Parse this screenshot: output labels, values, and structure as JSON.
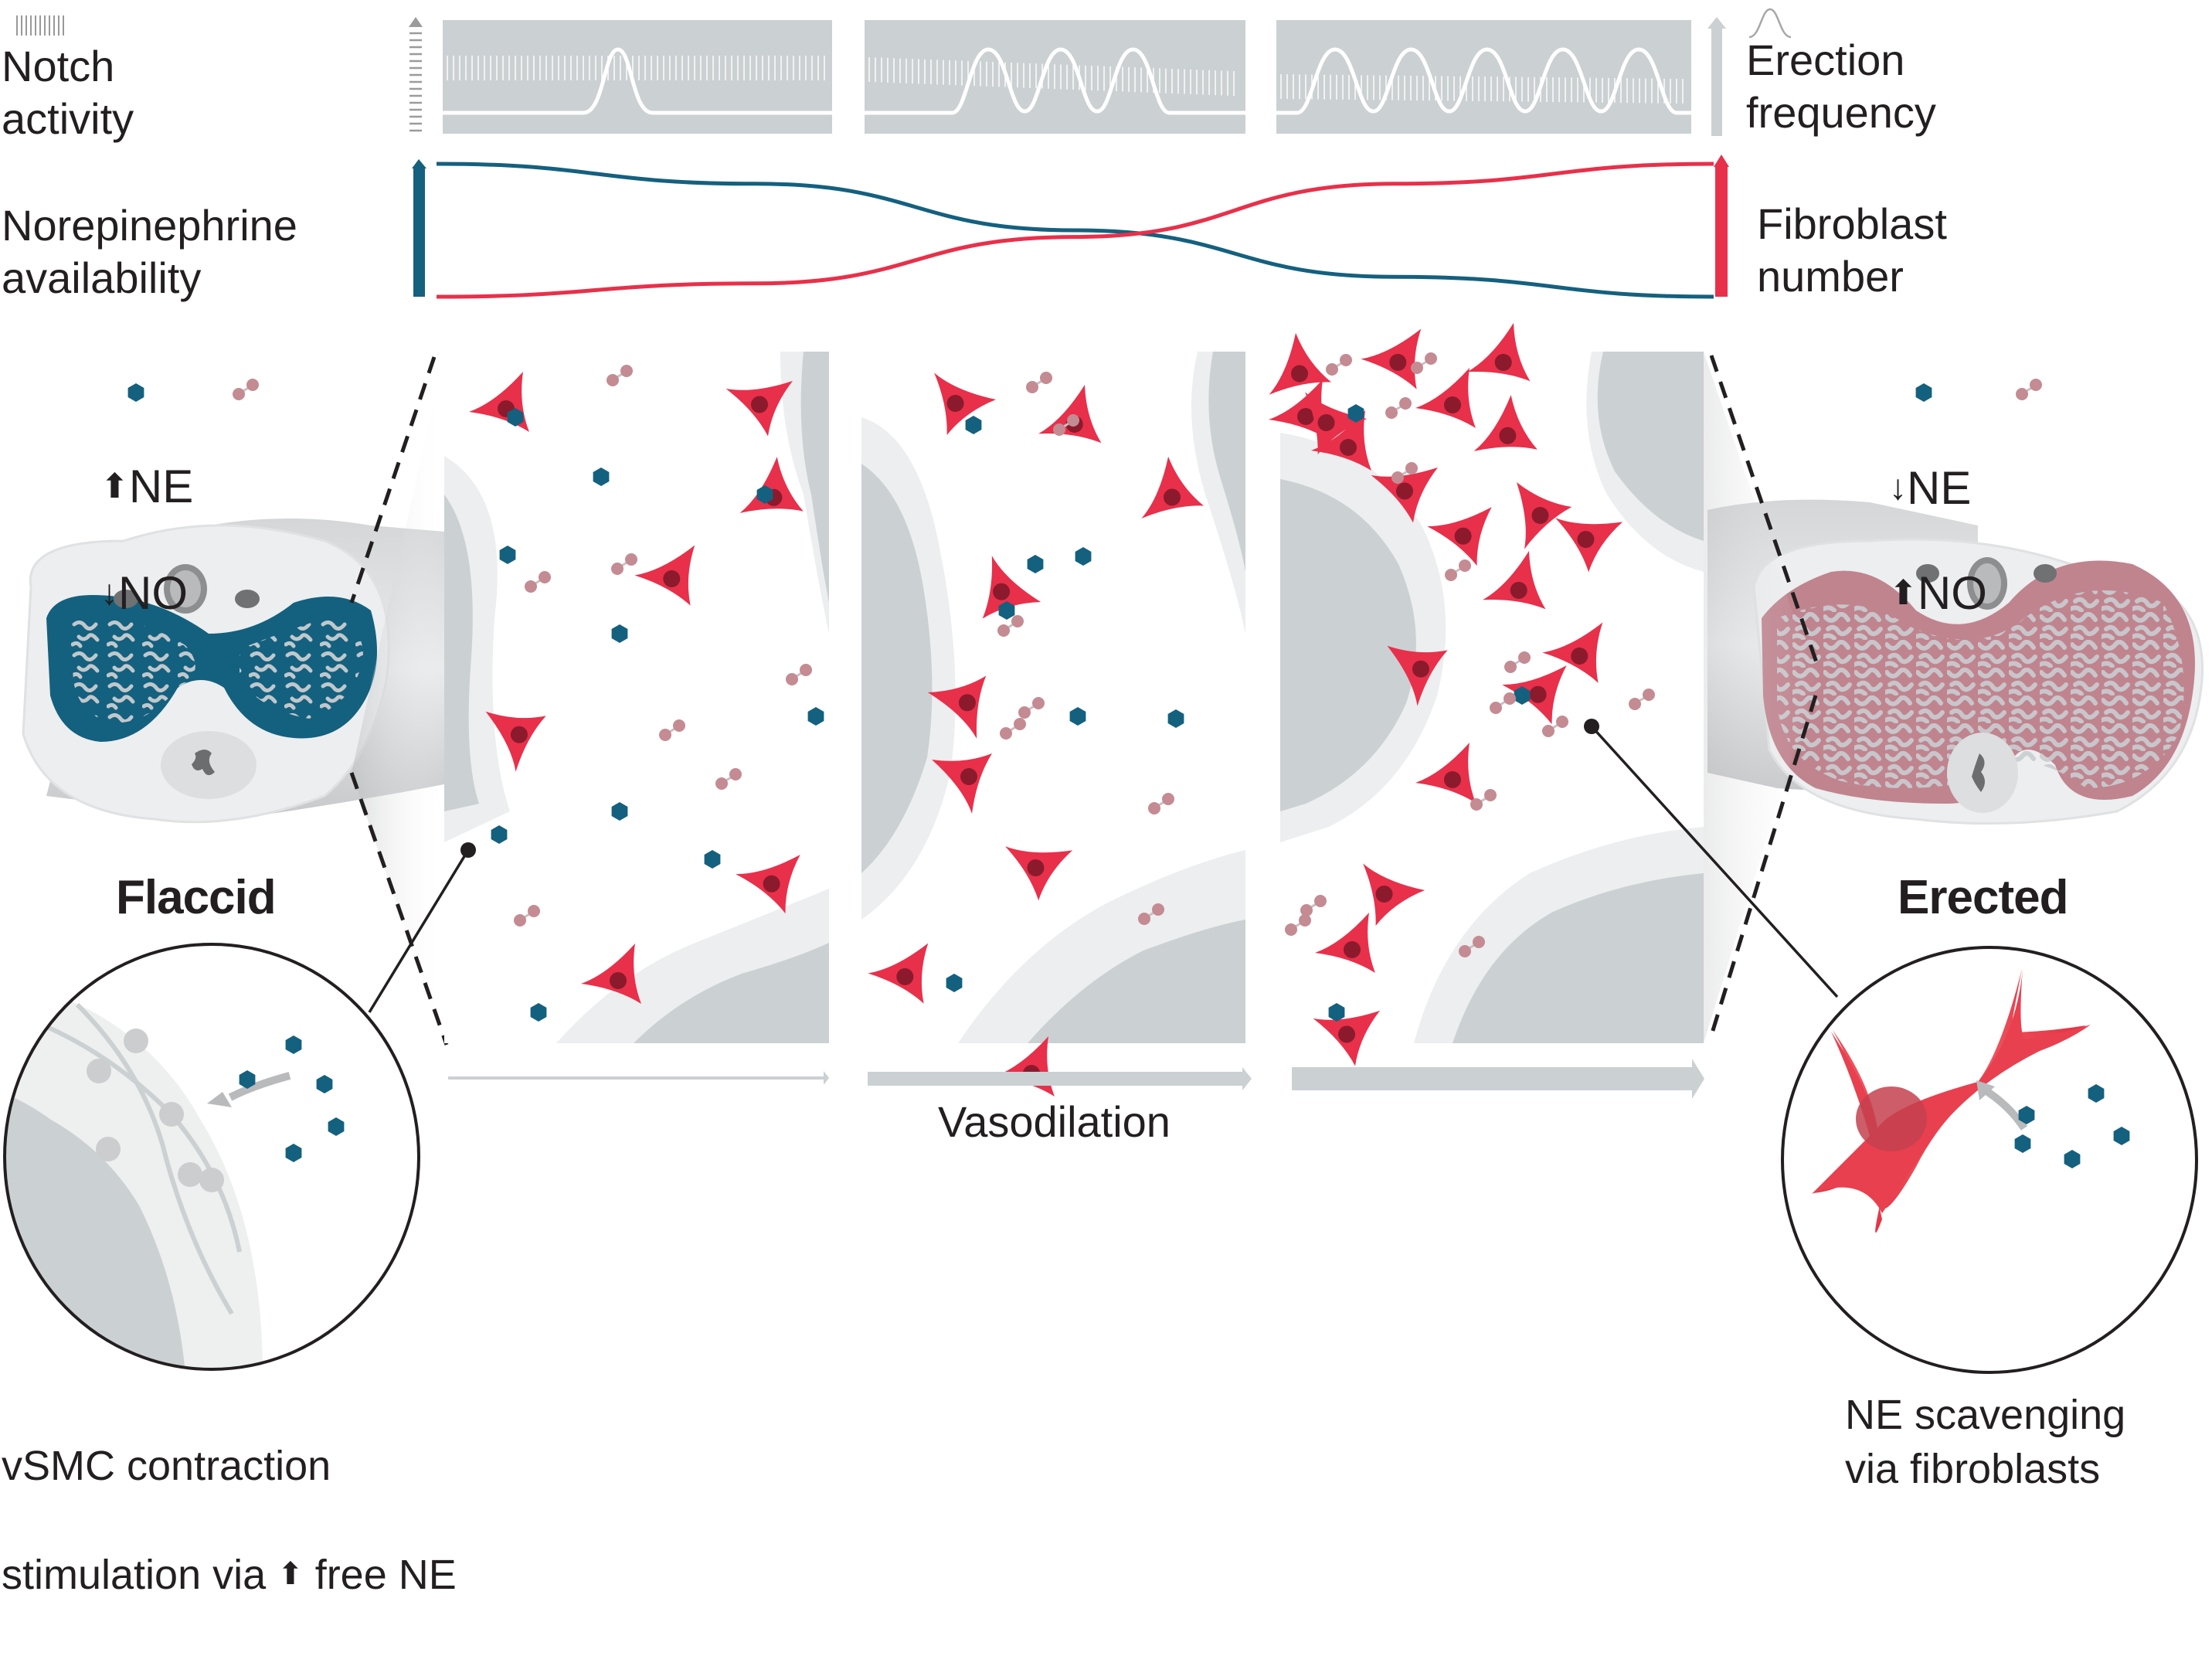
{
  "colors": {
    "ne_blue": "#14607f",
    "fibroblast_red": "#e8304a",
    "nucleus_dark": "#8b1a2c",
    "no_pink": "#c48b93",
    "panel_grey": "#cbd0d3",
    "erected_pink": "#c0848f",
    "tissue_light": "#eef0f1"
  },
  "top_labels": {
    "notch_activity": "Notch\nactivity",
    "erection_frequency": "Erection\nfrequency",
    "norepinephrine_availability": "Norepinephrine\navailability",
    "fibroblast_number": "Fibroblast\nnumber"
  },
  "chart_data": {
    "type": "line",
    "title": "",
    "panels": [
      {
        "name": "stage-1",
        "erection_peaks": 1,
        "notch_activity_level": "high"
      },
      {
        "name": "stage-2",
        "erection_peaks": 3,
        "notch_activity_level": "decreasing"
      },
      {
        "name": "stage-3",
        "erection_peaks": 5,
        "notch_activity_level": "low"
      }
    ],
    "series": [
      {
        "name": "Norepinephrine availability",
        "color": "#14607f",
        "x": [
          0,
          0.25,
          0.5,
          0.75,
          1
        ],
        "values": [
          1.0,
          0.85,
          0.5,
          0.15,
          0.0
        ]
      },
      {
        "name": "Fibroblast number",
        "color": "#e8304a",
        "x": [
          0,
          0.25,
          0.5,
          0.75,
          1
        ],
        "values": [
          0.0,
          0.1,
          0.45,
          0.85,
          1.0
        ]
      }
    ],
    "xlabel": "",
    "ylabel": "",
    "ylim": [
      0,
      1
    ]
  },
  "flaccid": {
    "title": "Flaccid",
    "ne_label": "NE",
    "ne_direction": "up",
    "no_label": "NO",
    "no_direction": "down"
  },
  "erected": {
    "title": "Erected",
    "ne_label": "NE",
    "ne_direction": "down",
    "no_label": "NO",
    "no_direction": "up"
  },
  "arrows_row": {
    "vasodilation_label": "Vasodilation"
  },
  "zoom_left": {
    "caption_line1": "vSMC contraction",
    "caption_line2_pre": "stimulation via",
    "caption_line2_post": "free NE"
  },
  "zoom_right": {
    "caption": "NE scavenging\nvia fibroblasts"
  },
  "arrow_glyphs": {
    "up": "⬆",
    "down": "↓"
  }
}
